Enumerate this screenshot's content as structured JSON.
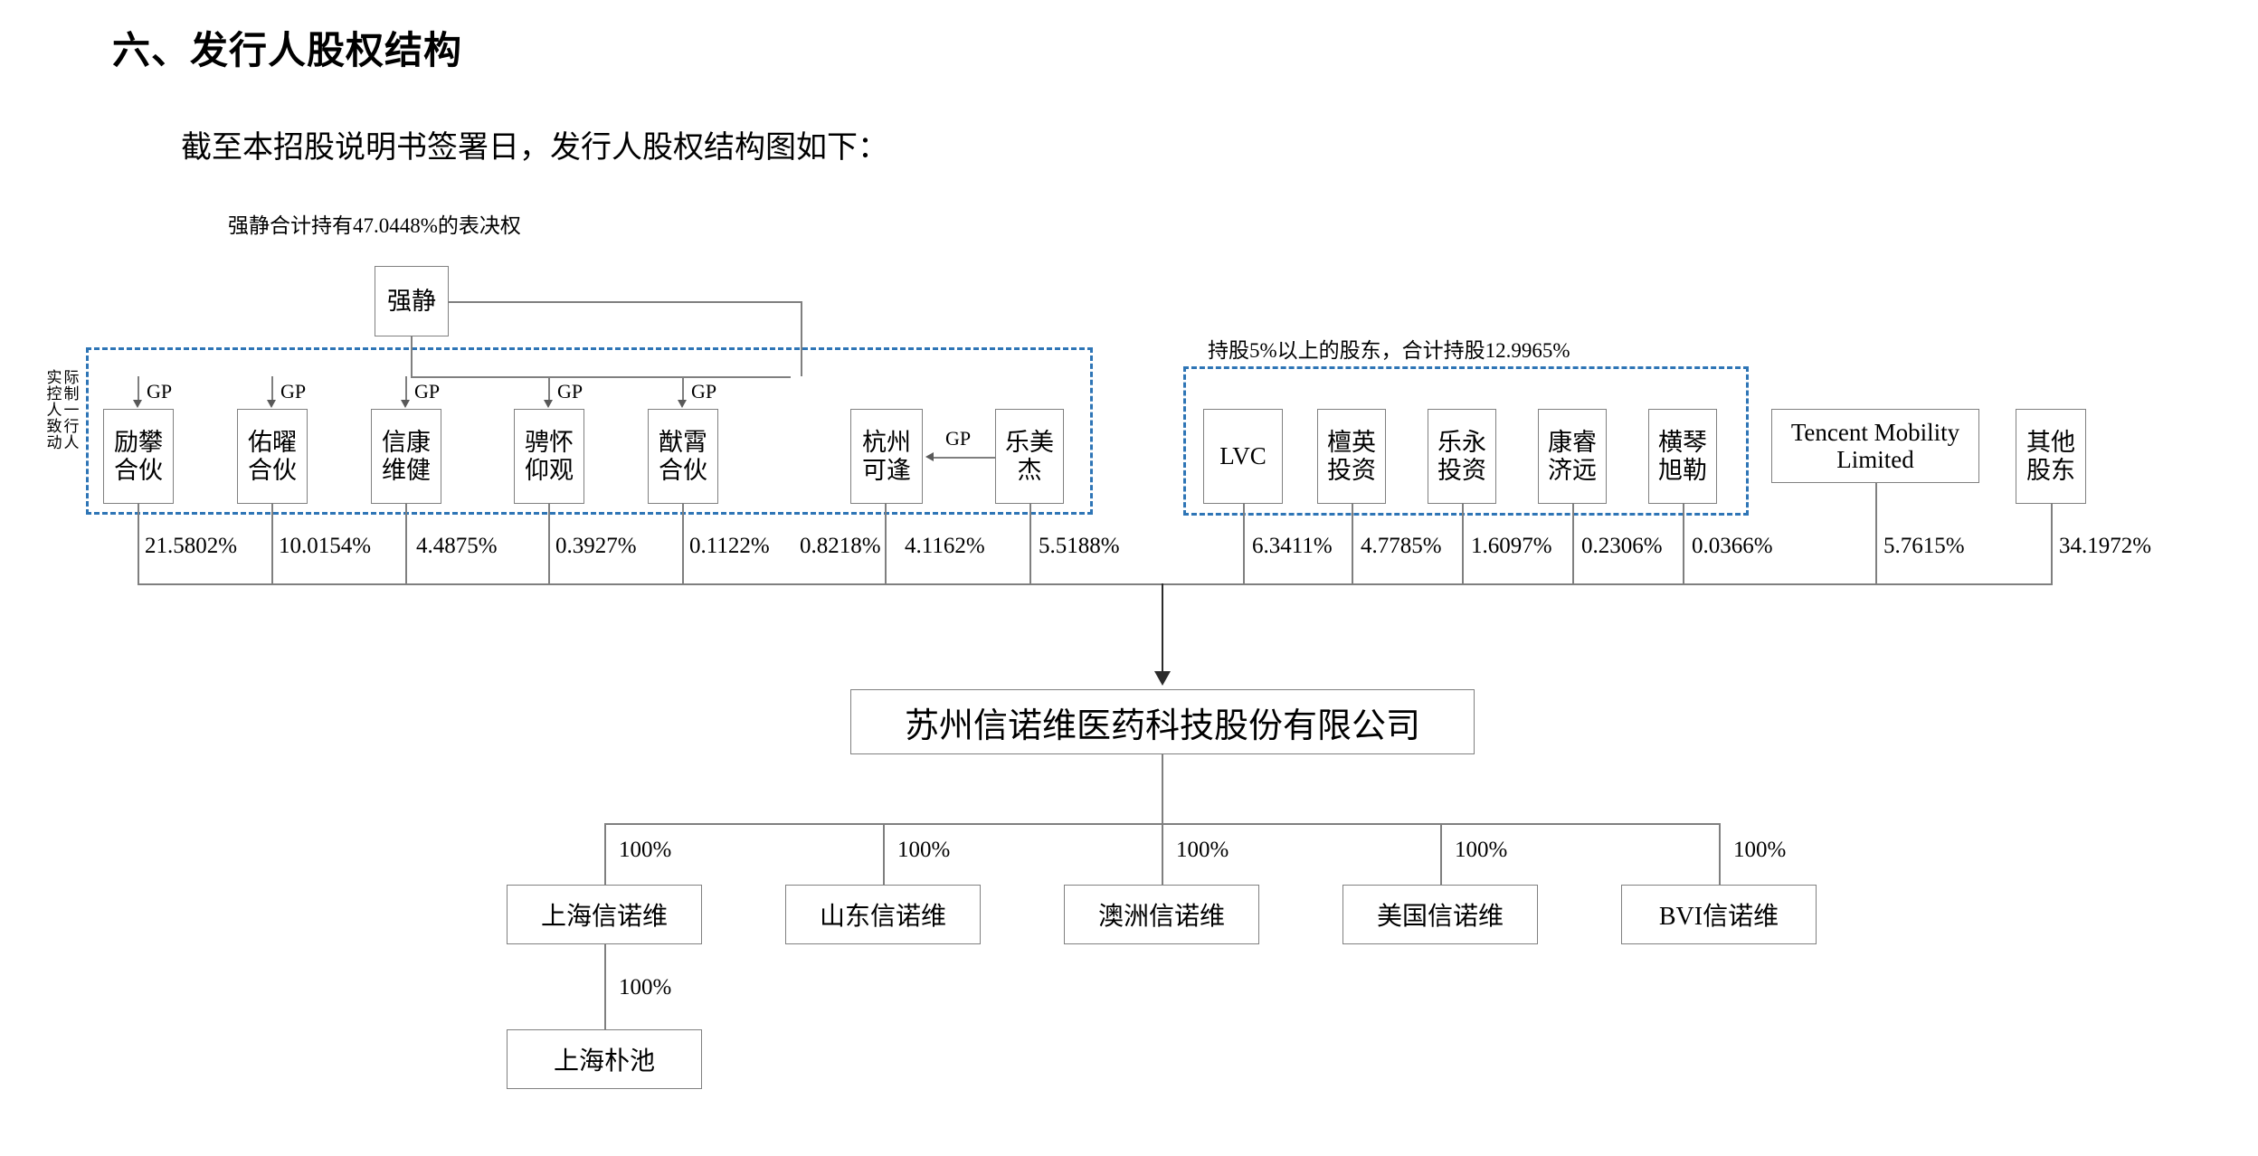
{
  "page": {
    "title": "六、发行人股权结构",
    "intro": "截至本招股说明书签署日，发行人股权结构图如下："
  },
  "notes": {
    "control_note": "强静合计持有47.0448%的表决权",
    "five_pct_note": "持股5%以上的股东，合计持股12.9965%",
    "vertical_label_col1": "实控人致动",
    "vertical_label_col2": "际制一行人"
  },
  "controller": {
    "name": "强静"
  },
  "gp_label": "GP",
  "shareholders": [
    {
      "name": "励攀\n合伙",
      "pct": "21.5802%",
      "gp": true
    },
    {
      "name": "佑曜\n合伙",
      "pct": "10.0154%",
      "gp": true
    },
    {
      "name": "信康\n维健",
      "pct": "4.4875%",
      "gp": true
    },
    {
      "name": "骋怀\n仰观",
      "pct": "0.3927%",
      "gp": true
    },
    {
      "name": "猷霄\n合伙",
      "pct": "0.1122%",
      "gp": true
    },
    {
      "name": "杭州\n可逢",
      "pct": "0.8218%",
      "gp": true
    },
    {
      "name": "乐美\n杰",
      "pct": "4.1162%",
      "gp": false
    },
    {
      "name": "LVC",
      "pct": "6.3411%",
      "gp": false
    },
    {
      "name": "檀英\n投资",
      "pct": "4.7785%",
      "gp": false
    },
    {
      "name": "乐永\n投资",
      "pct": "1.6097%",
      "gp": false
    },
    {
      "name": "康睿\n济远",
      "pct": "0.2306%",
      "gp": false
    },
    {
      "name": "横琴\n旭勒",
      "pct": "0.0366%",
      "gp": false
    },
    {
      "name": "Tencent Mobility\nLimited",
      "pct": "5.7615%",
      "gp": false
    },
    {
      "name": "其他\n股东",
      "pct": "34.1972%",
      "gp": false
    }
  ],
  "pct_extra": {
    "lemeijie_line": "5.5188%"
  },
  "pcts": {
    "p1": "21.5802%",
    "p2": "10.0154%",
    "p3": "4.4875%",
    "p4": "0.3927%",
    "p5": "0.1122%",
    "p6": "0.8218%",
    "p7": "4.1162%",
    "p8": "5.5188%",
    "p9": "6.3411%",
    "p10": "4.7785%",
    "p11": "1.6097%",
    "p12": "0.2306%",
    "p13": "0.0366%",
    "p14": "5.7615%",
    "p15": "34.1972%"
  },
  "issuer": {
    "name": "苏州信诺维医药科技股份有限公司"
  },
  "subsidiaries": [
    {
      "name": "上海信诺维",
      "pct": "100%"
    },
    {
      "name": "山东信诺维",
      "pct": "100%"
    },
    {
      "name": "澳洲信诺维",
      "pct": "100%"
    },
    {
      "name": "美国信诺维",
      "pct": "100%"
    },
    {
      "name": "BVI信诺维",
      "pct": "100%"
    }
  ],
  "sub_subsidiary": {
    "name": "上海朴池",
    "pct": "100%"
  },
  "colors": {
    "dashed_border": "#2e75b6",
    "box_border": "#808080",
    "line": "#7f7f7f",
    "text": "#000000"
  }
}
